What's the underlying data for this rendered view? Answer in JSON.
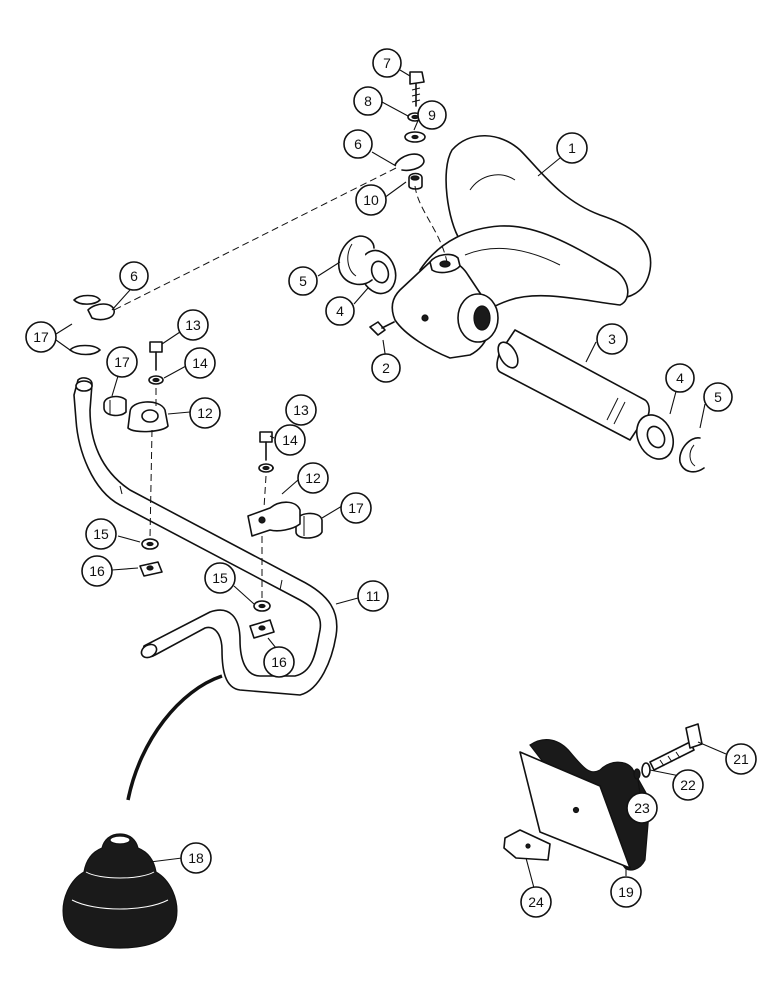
{
  "callouts": [
    {
      "id": "c1",
      "label": "1"
    },
    {
      "id": "c2",
      "label": "2"
    },
    {
      "id": "c3",
      "label": "3"
    },
    {
      "id": "c4a",
      "label": "4"
    },
    {
      "id": "c4b",
      "label": "4"
    },
    {
      "id": "c5a",
      "label": "5"
    },
    {
      "id": "c5b",
      "label": "5"
    },
    {
      "id": "c6a",
      "label": "6"
    },
    {
      "id": "c6b",
      "label": "6"
    },
    {
      "id": "c7",
      "label": "7"
    },
    {
      "id": "c8",
      "label": "8"
    },
    {
      "id": "c9",
      "label": "9"
    },
    {
      "id": "c10",
      "label": "10"
    },
    {
      "id": "c11",
      "label": "11"
    },
    {
      "id": "c12a",
      "label": "12"
    },
    {
      "id": "c12b",
      "label": "12"
    },
    {
      "id": "c13a",
      "label": "13"
    },
    {
      "id": "c13b",
      "label": "13"
    },
    {
      "id": "c14a",
      "label": "14"
    },
    {
      "id": "c14b",
      "label": "14"
    },
    {
      "id": "c15a",
      "label": "15"
    },
    {
      "id": "c15b",
      "label": "15"
    },
    {
      "id": "c16a",
      "label": "16"
    },
    {
      "id": "c16b",
      "label": "16"
    },
    {
      "id": "c17a",
      "label": "17"
    },
    {
      "id": "c17b",
      "label": "17"
    },
    {
      "id": "c17c",
      "label": "17"
    },
    {
      "id": "c18",
      "label": "18"
    },
    {
      "id": "c19",
      "label": "19"
    },
    {
      "id": "c21",
      "label": "21"
    },
    {
      "id": "c22",
      "label": "22"
    },
    {
      "id": "c23",
      "label": "23"
    },
    {
      "id": "c24",
      "label": "24"
    }
  ]
}
